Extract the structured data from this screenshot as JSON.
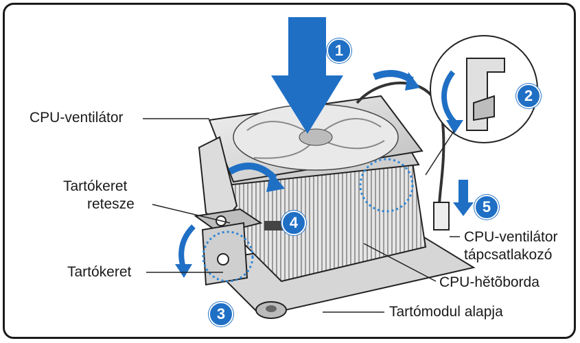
{
  "labels": {
    "fan": "CPU-ventilátor",
    "latch_line1": "Tartókeret",
    "latch_line2": "retesze",
    "frame": "Tartókeret",
    "connector_line1": "CPU-ventilátor",
    "connector_line2": "tápcsatlakozó",
    "heatsink": "CPU-hĕtõborda",
    "base": "Tartómodul alapja"
  },
  "steps": [
    "1",
    "2",
    "3",
    "4",
    "5"
  ],
  "colors": {
    "accent": "#1f6fc5",
    "line": "#1a1a1a",
    "metal": "#c8c8c8"
  }
}
